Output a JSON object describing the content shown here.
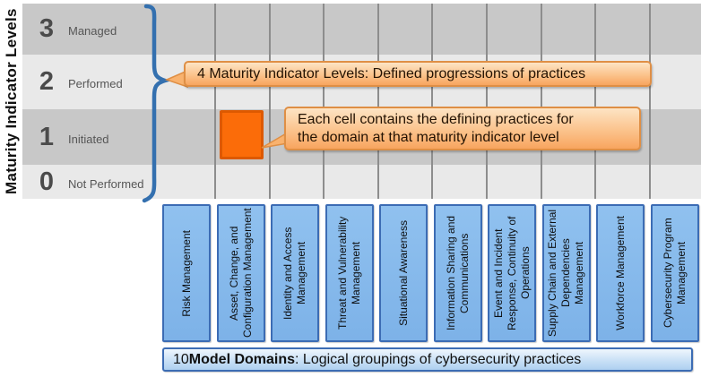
{
  "axis_label": "Maturity Indicator Levels",
  "levels": [
    {
      "number": "3",
      "label": "Managed"
    },
    {
      "number": "2",
      "label": "Performed"
    },
    {
      "number": "1",
      "label": "Initiated"
    },
    {
      "number": "0",
      "label": "Not Performed"
    }
  ],
  "callouts": {
    "levels_note": "4 Maturity Indicator Levels: Defined progressions of practices",
    "cell_note_line1": "Each cell contains the defining practices for",
    "cell_note_line2": "the domain at that maturity indicator level"
  },
  "domains": [
    "Risk Management",
    "Asset, Change, and Configuration Management",
    "Identity and Access Management",
    "Threat and Vulnerability Management",
    "Situational Awareness",
    "Information Sharing and Communications",
    "Event and Incident Response, Continuity of Operations",
    "Supply Chain and External Dependencies Management",
    "Workforce Management",
    "Cybersecurity Program Management"
  ],
  "footer": {
    "prefix": "10 ",
    "bold": "Model Domains",
    "suffix": ": Logical groupings of cybersecurity practices"
  },
  "colors": {
    "row_dark": "#c8c8c8",
    "row_light": "#e9e9e9",
    "gridline": "#8d8d8d",
    "brace_blue": "#3470af",
    "callout_border": "#df8f45",
    "callout_fill_top": "#fde4c4",
    "callout_fill_bottom": "#f8a55f",
    "highlight_cell": "#fb6c09",
    "highlight_cell_border": "#dd5900",
    "domain_fill": "#84b9ec",
    "domain_border": "#3c6cb4"
  }
}
